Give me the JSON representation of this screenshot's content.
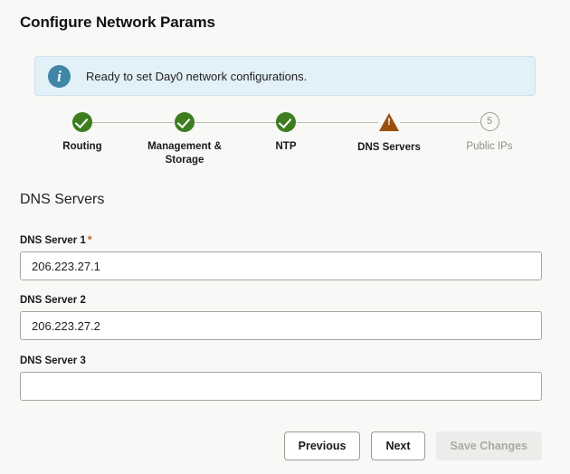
{
  "page": {
    "title": "Configure Network Params"
  },
  "banner": {
    "icon": "info-icon",
    "icon_glyph": "i",
    "message": "Ready to set Day0 network configurations.",
    "background_color": "#e2f0f8",
    "icon_color": "#4086a8"
  },
  "stepper": {
    "steps": [
      {
        "label": "Routing",
        "label_line2": "",
        "state": "done",
        "marker": "check-icon"
      },
      {
        "label": "Management &",
        "label_line2": "Storage",
        "state": "done",
        "marker": "check-icon"
      },
      {
        "label": "NTP",
        "label_line2": "",
        "state": "done",
        "marker": "check-icon"
      },
      {
        "label": "DNS Servers",
        "label_line2": "",
        "state": "warning",
        "marker": "warning-triangle-icon"
      },
      {
        "label": "Public IPs",
        "label_line2": "",
        "state": "pending",
        "marker": "5"
      }
    ],
    "done_color": "#3d7d1f",
    "warning_color": "#9c500f",
    "pending_color": "#8d8d88"
  },
  "form": {
    "section_title": "DNS Servers",
    "fields": [
      {
        "label": "DNS Server 1",
        "required": true,
        "required_mark": "*",
        "value": "206.223.27.1",
        "placeholder": ""
      },
      {
        "label": "DNS Server 2",
        "required": false,
        "required_mark": "",
        "value": "206.223.27.2",
        "placeholder": ""
      },
      {
        "label": "DNS Server 3",
        "required": false,
        "required_mark": "",
        "value": "",
        "placeholder": ""
      }
    ]
  },
  "buttons": {
    "previous_label": "Previous",
    "next_label": "Next",
    "save_label": "Save Changes",
    "save_disabled": true
  }
}
